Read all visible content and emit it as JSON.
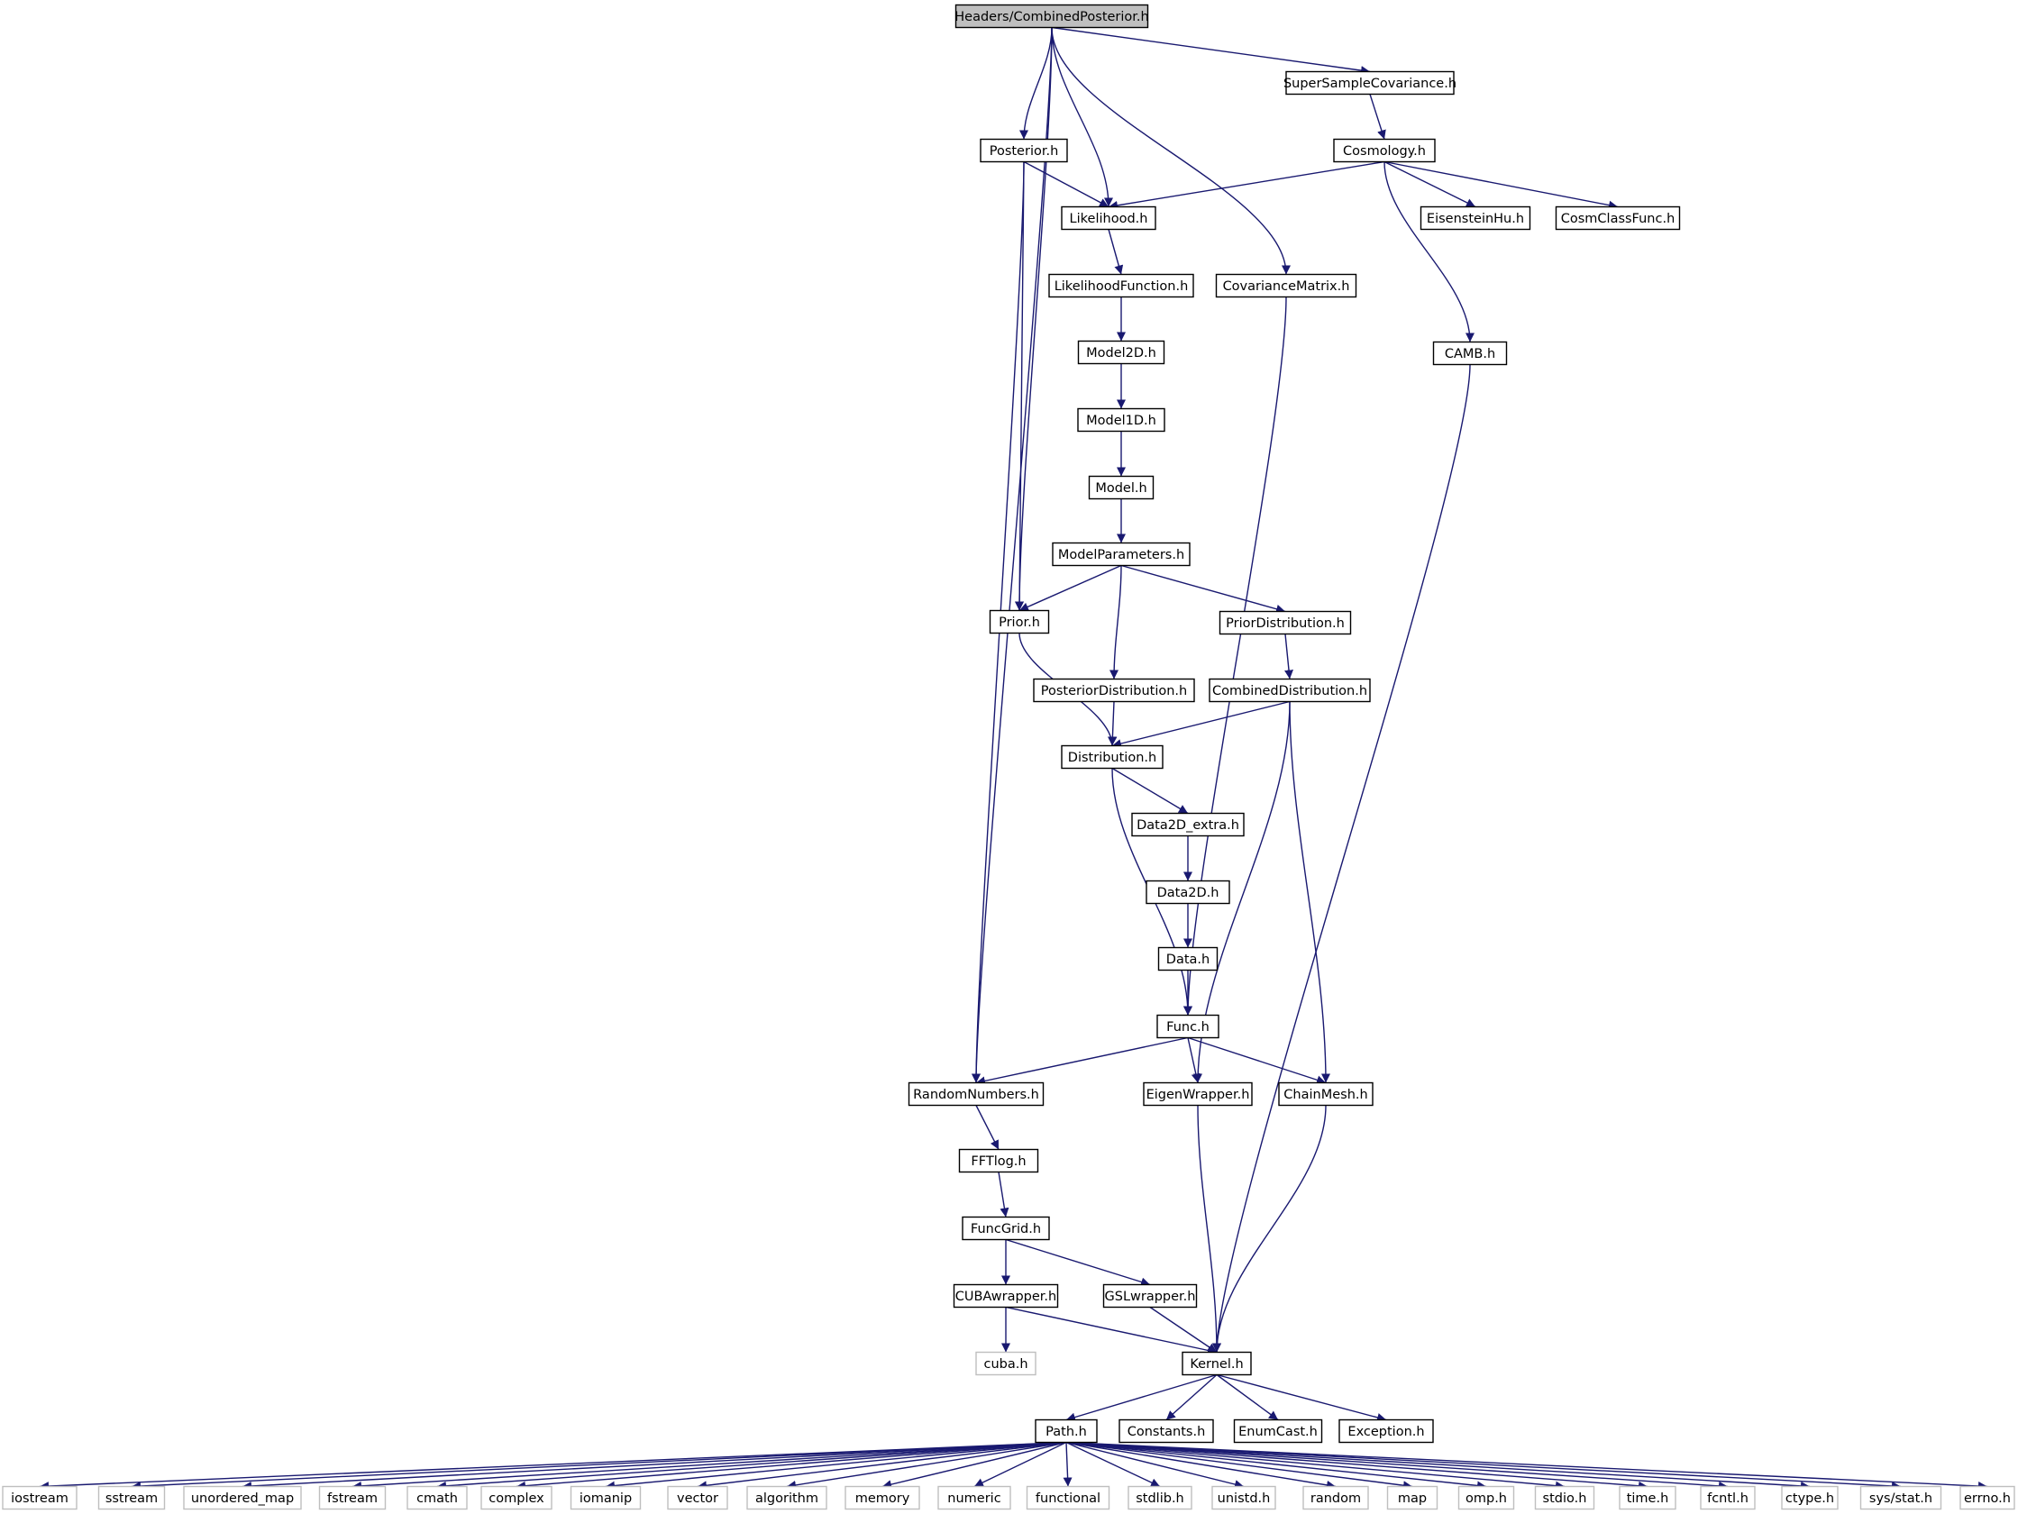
{
  "colors": {
    "edge": "#191970",
    "root_fill": "#bfbfbf",
    "node_border": "#000000",
    "external_border": "#bfbfbf",
    "background": "#ffffff"
  },
  "nodes": {
    "root": "Headers/CombinedPosterior.h",
    "ssc": "SuperSampleCovariance.h",
    "posterior": "Posterior.h",
    "cosmology": "Cosmology.h",
    "likelihood": "Likelihood.h",
    "eisenstein": "EisensteinHu.h",
    "cosmclass": "CosmClassFunc.h",
    "likefunc": "LikelihoodFunction.h",
    "covmat": "CovarianceMatrix.h",
    "model2d": "Model2D.h",
    "camb": "CAMB.h",
    "model1d": "Model1D.h",
    "model": "Model.h",
    "modelparams": "ModelParameters.h",
    "prior": "Prior.h",
    "priordist": "PriorDistribution.h",
    "postdist": "PosteriorDistribution.h",
    "combdist": "CombinedDistribution.h",
    "distribution": "Distribution.h",
    "data2dextra": "Data2D_extra.h",
    "data2d": "Data2D.h",
    "data": "Data.h",
    "func": "Func.h",
    "random": "RandomNumbers.h",
    "eigen": "EigenWrapper.h",
    "chainmesh": "ChainMesh.h",
    "fftlog": "FFTlog.h",
    "funcgrid": "FuncGrid.h",
    "cuba": "CUBAwrapper.h",
    "gsl": "GSLwrapper.h",
    "cubah": "cuba.h",
    "kernel": "Kernel.h",
    "path": "Path.h",
    "constants": "Constants.h",
    "enumcast": "EnumCast.h",
    "exception": "Exception.h",
    "iostream": "iostream",
    "sstream": "sstream",
    "unordered_map": "unordered_map",
    "fstream": "fstream",
    "cmath": "cmath",
    "complex": "complex",
    "iomanip": "iomanip",
    "vector": "vector",
    "algorithm": "algorithm",
    "memory": "memory",
    "numeric": "numeric",
    "functional": "functional",
    "stdlib": "stdlib.h",
    "unistd": "unistd.h",
    "random_std": "random",
    "map": "map",
    "omp": "omp.h",
    "stdio": "stdio.h",
    "time": "time.h",
    "fcntl": "fcntl.h",
    "ctype": "ctype.h",
    "sysstat": "sys/stat.h",
    "errno": "errno.h"
  },
  "edges": [
    [
      "root",
      "ssc"
    ],
    [
      "root",
      "posterior"
    ],
    [
      "root",
      "likelihood"
    ],
    [
      "root",
      "covmat"
    ],
    [
      "root",
      "prior"
    ],
    [
      "root",
      "random"
    ],
    [
      "ssc",
      "cosmology"
    ],
    [
      "posterior",
      "likelihood"
    ],
    [
      "posterior",
      "prior"
    ],
    [
      "posterior",
      "random"
    ],
    [
      "cosmology",
      "likelihood"
    ],
    [
      "cosmology",
      "eisenstein"
    ],
    [
      "cosmology",
      "cosmclass"
    ],
    [
      "cosmology",
      "camb"
    ],
    [
      "likelihood",
      "likefunc"
    ],
    [
      "likefunc",
      "model2d"
    ],
    [
      "covmat",
      "func"
    ],
    [
      "model2d",
      "model1d"
    ],
    [
      "camb",
      "kernel"
    ],
    [
      "model1d",
      "model"
    ],
    [
      "model",
      "modelparams"
    ],
    [
      "modelparams",
      "prior"
    ],
    [
      "modelparams",
      "postdist"
    ],
    [
      "modelparams",
      "priordist"
    ],
    [
      "prior",
      "distribution"
    ],
    [
      "priordist",
      "combdist"
    ],
    [
      "postdist",
      "distribution"
    ],
    [
      "combdist",
      "distribution"
    ],
    [
      "combdist",
      "eigen"
    ],
    [
      "combdist",
      "chainmesh"
    ],
    [
      "distribution",
      "data2dextra"
    ],
    [
      "distribution",
      "func"
    ],
    [
      "data2dextra",
      "data2d"
    ],
    [
      "data2d",
      "data"
    ],
    [
      "data",
      "func"
    ],
    [
      "func",
      "random"
    ],
    [
      "func",
      "eigen"
    ],
    [
      "func",
      "chainmesh"
    ],
    [
      "random",
      "fftlog"
    ],
    [
      "eigen",
      "kernel"
    ],
    [
      "chainmesh",
      "kernel"
    ],
    [
      "fftlog",
      "funcgrid"
    ],
    [
      "funcgrid",
      "cuba"
    ],
    [
      "funcgrid",
      "gsl"
    ],
    [
      "cuba",
      "cubah"
    ],
    [
      "cuba",
      "kernel"
    ],
    [
      "gsl",
      "kernel"
    ],
    [
      "kernel",
      "path"
    ],
    [
      "kernel",
      "constants"
    ],
    [
      "kernel",
      "enumcast"
    ],
    [
      "kernel",
      "exception"
    ],
    [
      "path",
      "iostream"
    ],
    [
      "path",
      "sstream"
    ],
    [
      "path",
      "unordered_map"
    ],
    [
      "path",
      "fstream"
    ],
    [
      "path",
      "cmath"
    ],
    [
      "path",
      "complex"
    ],
    [
      "path",
      "iomanip"
    ],
    [
      "path",
      "vector"
    ],
    [
      "path",
      "algorithm"
    ],
    [
      "path",
      "memory"
    ],
    [
      "path",
      "numeric"
    ],
    [
      "path",
      "functional"
    ],
    [
      "path",
      "stdlib"
    ],
    [
      "path",
      "unistd"
    ],
    [
      "path",
      "random_std"
    ],
    [
      "path",
      "map"
    ],
    [
      "path",
      "omp"
    ],
    [
      "path",
      "stdio"
    ],
    [
      "path",
      "time"
    ],
    [
      "path",
      "fcntl"
    ],
    [
      "path",
      "ctype"
    ],
    [
      "path",
      "sysstat"
    ],
    [
      "path",
      "errno"
    ]
  ]
}
